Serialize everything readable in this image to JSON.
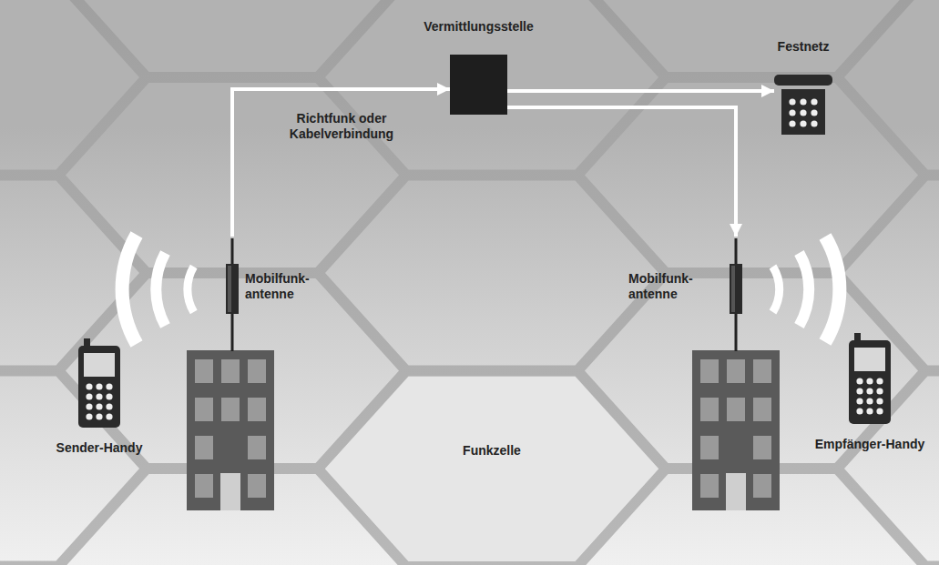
{
  "diagram": {
    "nodes": [
      {
        "text": [
          "Vermittlungsstelle"
        ]
      },
      {
        "text": [
          "Festnetz"
        ]
      },
      {
        "text": [
          "Mobilfunk- antenne"
        ]
      },
      {
        "text": [
          "Mobilfunk- antenne"
        ]
      },
      {
        "text": [
          "Sender-Handy"
        ]
      },
      {
        "text": [
          "Funkzelle"
        ]
      },
      {
        "text": [
          "Empfänger-Handy"
        ]
      }
    ],
    "edges": [
      {
        "from": 2,
        "to": 0,
        "arrow": "to",
        "label": "Richtfunk oder Kabelverbindung"
      },
      {
        "from": 0,
        "to": 1,
        "arrow": "to"
      },
      {
        "from": 0,
        "to": 3,
        "arrow": "to"
      }
    ]
  }
}
